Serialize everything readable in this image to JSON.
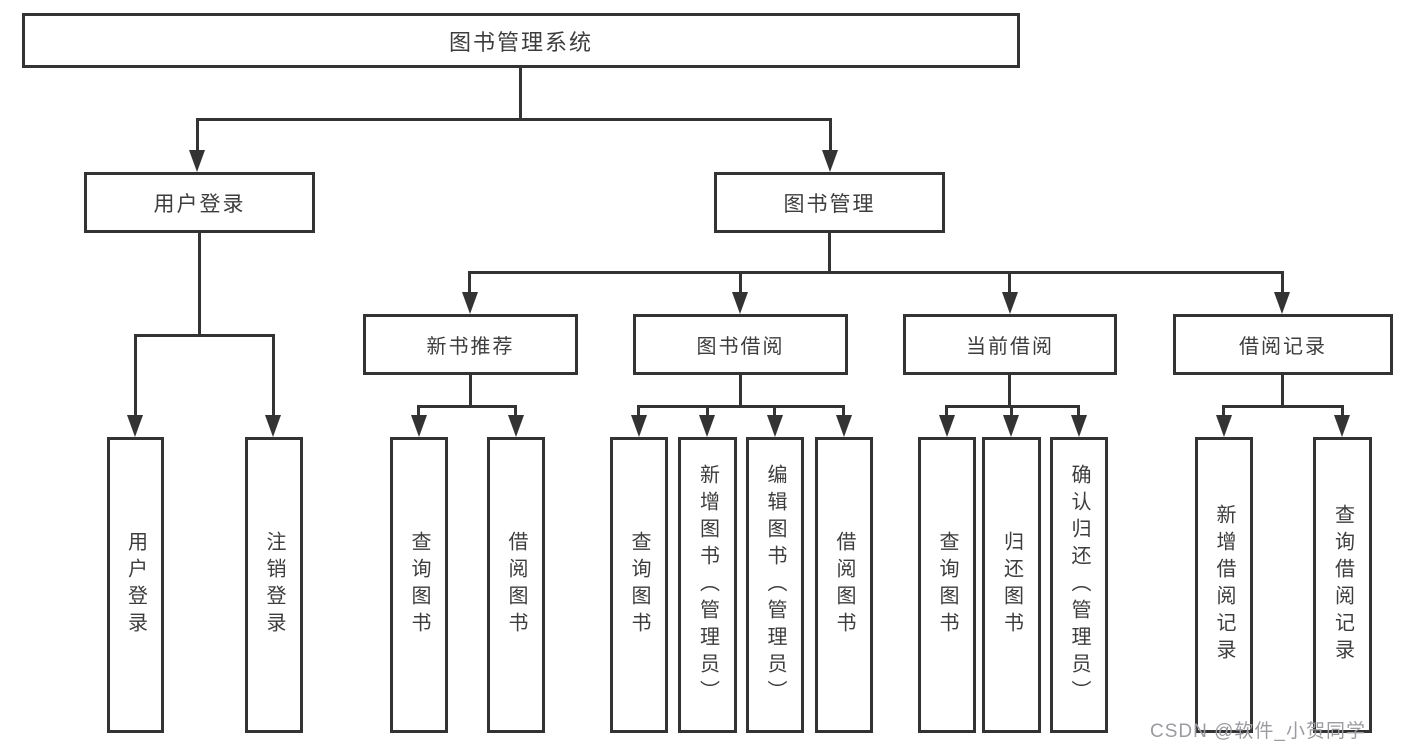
{
  "diagram": {
    "title_node": "图书管理系统",
    "nodes": {
      "root": "图书管理系统",
      "user_login": "用户登录",
      "book_mgmt": "图书管理",
      "new_book_rec": "新书推荐",
      "book_borrow": "图书借阅",
      "current_borrow": "当前借阅",
      "borrow_records": "借阅记录",
      "leaf_user_login": "用户登录",
      "leaf_logout": "注销登录",
      "leaf_query_book_a": "查询图书",
      "leaf_borrow_book_a": "借阅图书",
      "leaf_query_book_b": "查询图书",
      "leaf_add_book": "新增图书（管理员）",
      "leaf_edit_book": "编辑图书（管理员）",
      "leaf_borrow_book_b": "借阅图书",
      "leaf_query_book_c": "查询图书",
      "leaf_return_book": "归还图书",
      "leaf_confirm_return": "确认归还（管理员）",
      "leaf_add_record": "新增借阅记录",
      "leaf_query_record": "查询借阅记录"
    },
    "colors": {
      "line": "#333333",
      "text": "#3d3d3d",
      "background": "#ffffff"
    }
  },
  "watermark": {
    "text": "CSDN @软件_小贺同学",
    "color": "#9b9ba1"
  }
}
